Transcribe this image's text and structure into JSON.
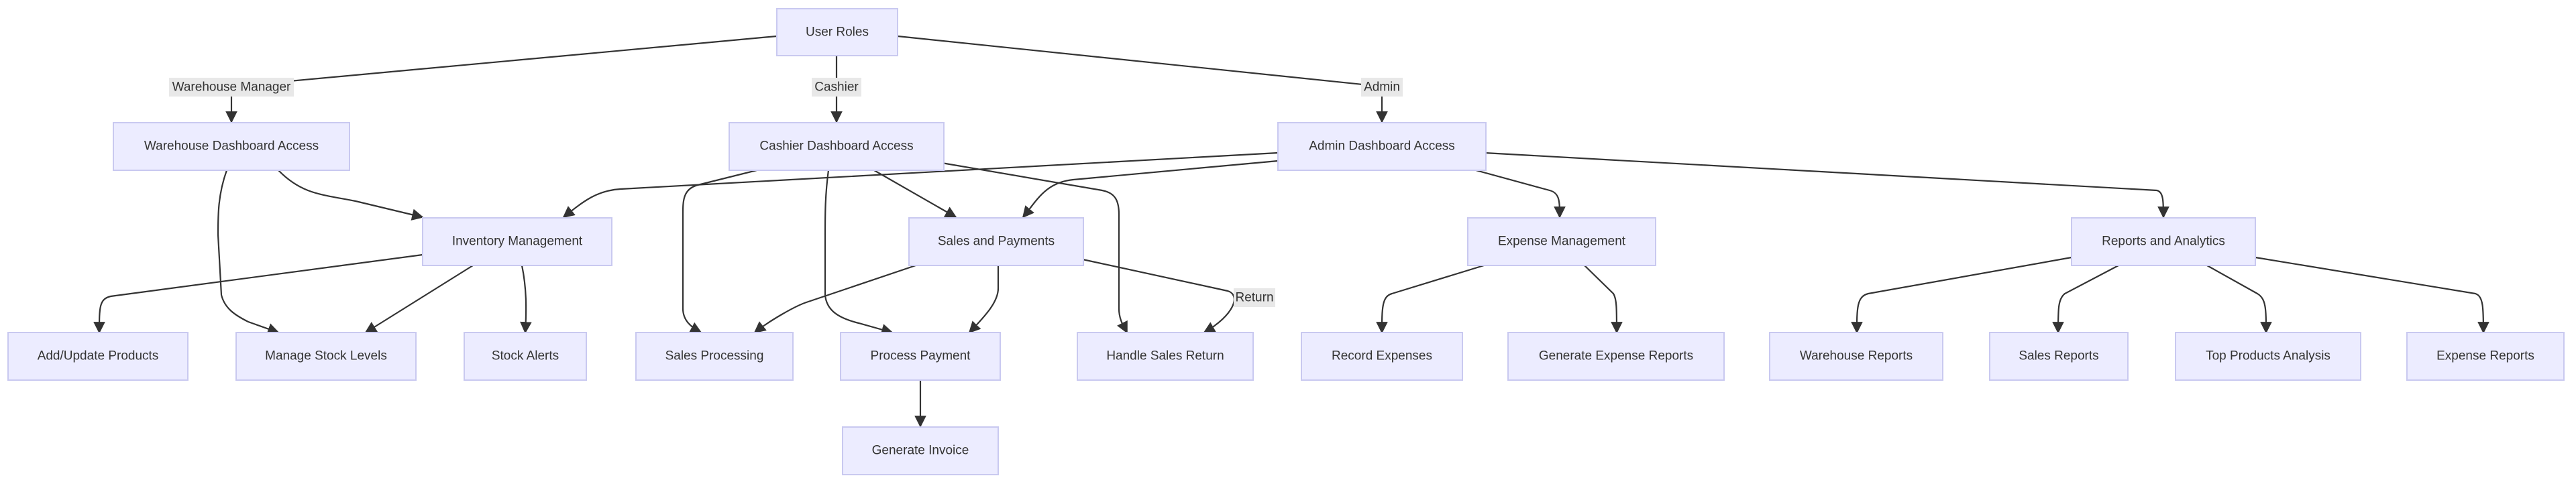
{
  "diagram": {
    "nodes": {
      "user_roles": "User Roles",
      "warehouse_dashboard": "Warehouse Dashboard Access",
      "cashier_dashboard": "Cashier Dashboard Access",
      "admin_dashboard": "Admin Dashboard Access",
      "inventory_management": "Inventory Management",
      "sales_and_payments": "Sales and Payments",
      "expense_management": "Expense Management",
      "reports_and_analytics": "Reports and Analytics",
      "add_update_products": "Add/Update Products",
      "manage_stock_levels": "Manage Stock Levels",
      "stock_alerts": "Stock Alerts",
      "sales_processing": "Sales Processing",
      "process_payment": "Process Payment",
      "handle_sales_return": "Handle Sales Return",
      "record_expenses": "Record Expenses",
      "generate_expense_reports": "Generate Expense Reports",
      "warehouse_reports": "Warehouse Reports",
      "sales_reports": "Sales Reports",
      "top_products_analysis": "Top Products Analysis",
      "expense_reports": "Expense Reports",
      "generate_invoice": "Generate Invoice"
    },
    "edge_labels": {
      "warehouse_manager": "Warehouse Manager",
      "cashier": "Cashier",
      "admin": "Admin",
      "return": "Return"
    },
    "edges": [
      [
        "user_roles",
        "warehouse_dashboard",
        "warehouse_manager"
      ],
      [
        "user_roles",
        "cashier_dashboard",
        "cashier"
      ],
      [
        "user_roles",
        "admin_dashboard",
        "admin"
      ],
      [
        "warehouse_dashboard",
        "inventory_management",
        ""
      ],
      [
        "warehouse_dashboard",
        "manage_stock_levels",
        ""
      ],
      [
        "cashier_dashboard",
        "sales_and_payments",
        ""
      ],
      [
        "cashier_dashboard",
        "sales_processing",
        ""
      ],
      [
        "cashier_dashboard",
        "process_payment",
        ""
      ],
      [
        "cashier_dashboard",
        "handle_sales_return",
        ""
      ],
      [
        "admin_dashboard",
        "inventory_management",
        ""
      ],
      [
        "admin_dashboard",
        "sales_and_payments",
        ""
      ],
      [
        "admin_dashboard",
        "expense_management",
        ""
      ],
      [
        "admin_dashboard",
        "reports_and_analytics",
        ""
      ],
      [
        "inventory_management",
        "add_update_products",
        ""
      ],
      [
        "inventory_management",
        "manage_stock_levels",
        ""
      ],
      [
        "inventory_management",
        "stock_alerts",
        ""
      ],
      [
        "sales_and_payments",
        "sales_processing",
        ""
      ],
      [
        "sales_and_payments",
        "process_payment",
        ""
      ],
      [
        "sales_and_payments",
        "handle_sales_return",
        "return"
      ],
      [
        "expense_management",
        "record_expenses",
        ""
      ],
      [
        "expense_management",
        "generate_expense_reports",
        ""
      ],
      [
        "reports_and_analytics",
        "warehouse_reports",
        ""
      ],
      [
        "reports_and_analytics",
        "sales_reports",
        ""
      ],
      [
        "reports_and_analytics",
        "top_products_analysis",
        ""
      ],
      [
        "reports_and_analytics",
        "expense_reports",
        ""
      ],
      [
        "process_payment",
        "generate_invoice",
        ""
      ]
    ]
  }
}
